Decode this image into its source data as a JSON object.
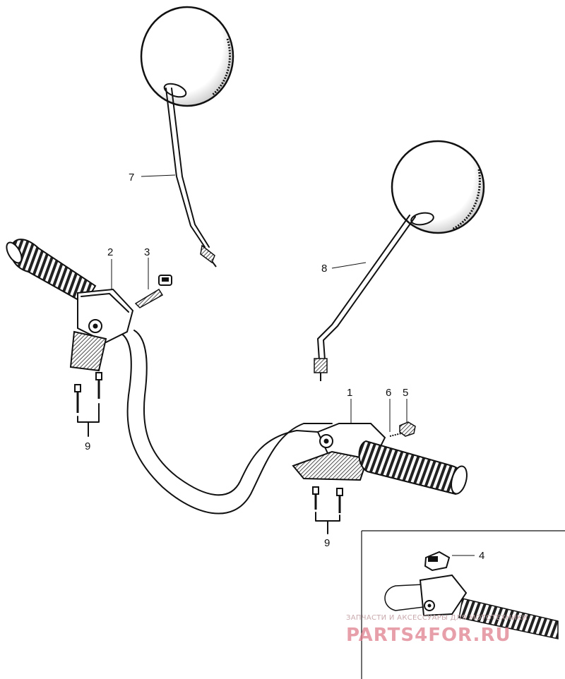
{
  "callouts": {
    "p1": "1",
    "p2": "2",
    "p3": "3",
    "p4": "4",
    "p5": "5",
    "p6": "6",
    "p7": "7",
    "p8": "8",
    "p9_left": "9",
    "p9_right": "9"
  },
  "watermark": {
    "line1": "ЗАПЧАСТИ И АКСЕССУАРЫ ДЛЯ МОТОТЕХНИКИ",
    "line2": "PARTS4FOR.RU"
  },
  "colors": {
    "ink": "#111111",
    "watermark": "#e07f8e"
  }
}
